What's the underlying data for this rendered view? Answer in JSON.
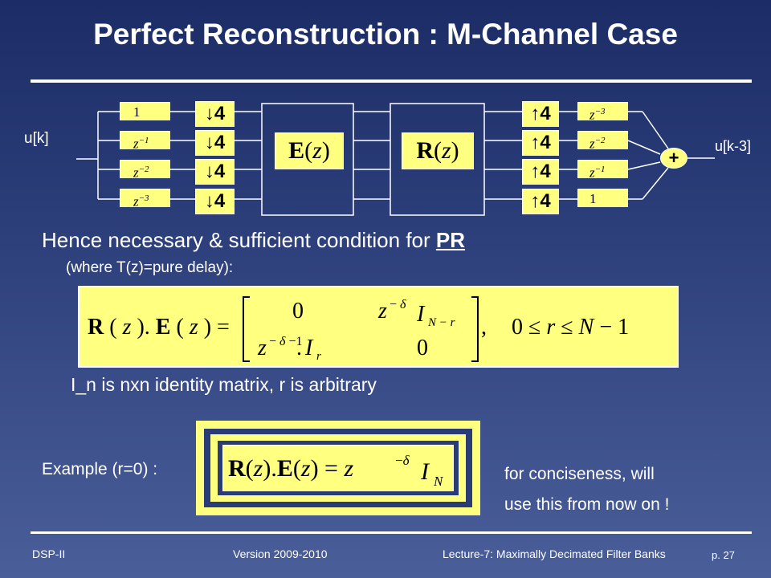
{
  "slide": {
    "title": "Perfect Reconstruction : M-Channel Case",
    "heading_text": "Hence necessary & sufficient condition for ",
    "heading_pr": "PR",
    "subheading": "(where T(z)=pure delay):",
    "identity_note": "I_n is nxn identity matrix, r is arbitrary",
    "example_label": "Example (r=0) :",
    "note_line1": "for conciseness, will",
    "note_line2": "use this from now on !"
  },
  "diagram": {
    "input_label": "u[k]",
    "output_label": "u[k-3]",
    "analysis_delays": [
      "1",
      "z^-1",
      "z^-2",
      "z^-3"
    ],
    "decimator_factor": "4",
    "synthesis_delays": [
      "z^-3",
      "z^-2",
      "z^-1",
      "1"
    ],
    "polyphase_analysis": "E(z)",
    "polyphase_synthesis": "R(z)",
    "adder_symbol": "+"
  },
  "equations": {
    "pr_condition": "R(z).E(z) = [[0, z^-δ I_N-r],[z^-δ-1 . I_r, 0]], 0 ≤ r ≤ N-1",
    "example": "R(z).E(z) = z^-δ I_N"
  },
  "footer": {
    "left": "DSP-II",
    "center": "Version 2009-2010",
    "right": "Lecture-7: Maximally Decimated Filter Banks",
    "page": "p. 27"
  }
}
